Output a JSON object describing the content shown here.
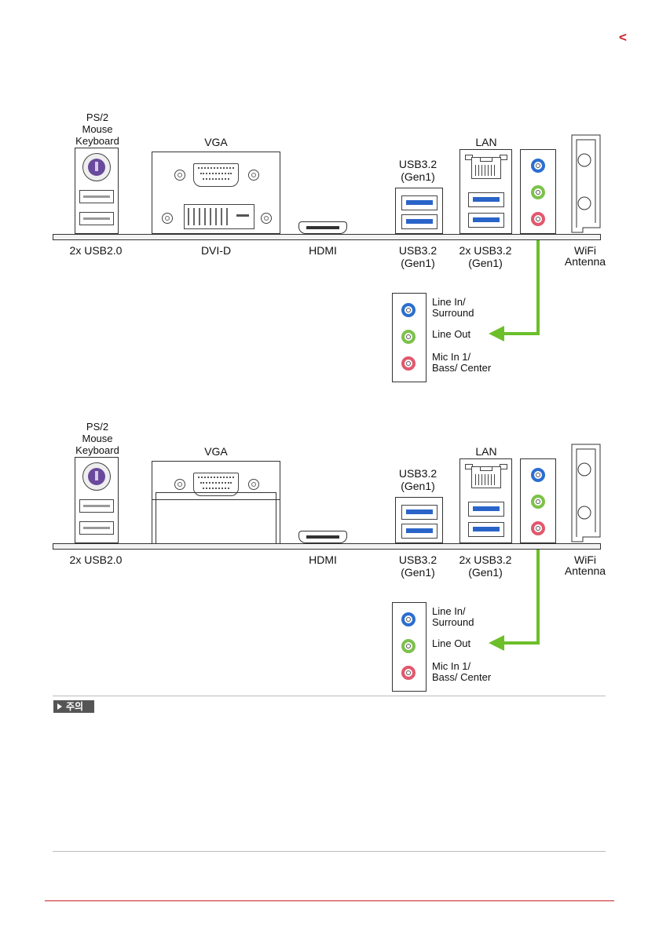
{
  "page_marker": "<",
  "note_label": "주의",
  "panels": [
    {
      "ps2": "PS/2\nMouse\nKeyboard",
      "vga": "VGA",
      "lan": "LAN",
      "usb_top_1": "USB3.2",
      "usb_top_2": "(Gen1)",
      "bottom_usb20": "2x USB2.0",
      "bottom_dvi": "DVI-D",
      "bottom_hdmi": "HDMI",
      "bottom_usb32_1": "USB3.2",
      "bottom_usb32_2": "(Gen1)",
      "bottom_lanusb_1": "2x USB3.2",
      "bottom_lanusb_2": "(Gen1)",
      "wifi_1": "WiFi",
      "wifi_2": "Antenna",
      "audio": [
        "Line In/\nSurround",
        "Line Out",
        "Mic In 1/\nBass/ Center"
      ]
    },
    {
      "ps2": "PS/2\nMouse\nKeyboard",
      "vga": "VGA",
      "lan": "LAN",
      "usb_top_1": "USB3.2",
      "usb_top_2": "(Gen1)",
      "bottom_usb20": "2x USB2.0",
      "bottom_hdmi": "HDMI",
      "bottom_usb32_1": "USB3.2",
      "bottom_usb32_2": "(Gen1)",
      "bottom_lanusb_1": "2x USB3.2",
      "bottom_lanusb_2": "(Gen1)",
      "wifi_1": "WiFi",
      "wifi_2": "Antenna",
      "audio": [
        "Line In/\nSurround",
        "Line Out",
        "Mic In 1/\nBass/ Center"
      ]
    }
  ],
  "colors": {
    "accent_red": "#c8202b",
    "arrow_green": "#6cbf2a",
    "jack_blue": "#2b6ed0",
    "jack_green": "#7cc24a",
    "jack_pink": "#e2586e",
    "usb3_blue": "#2a64c8",
    "ps2_purple": "#6a4a9c"
  }
}
